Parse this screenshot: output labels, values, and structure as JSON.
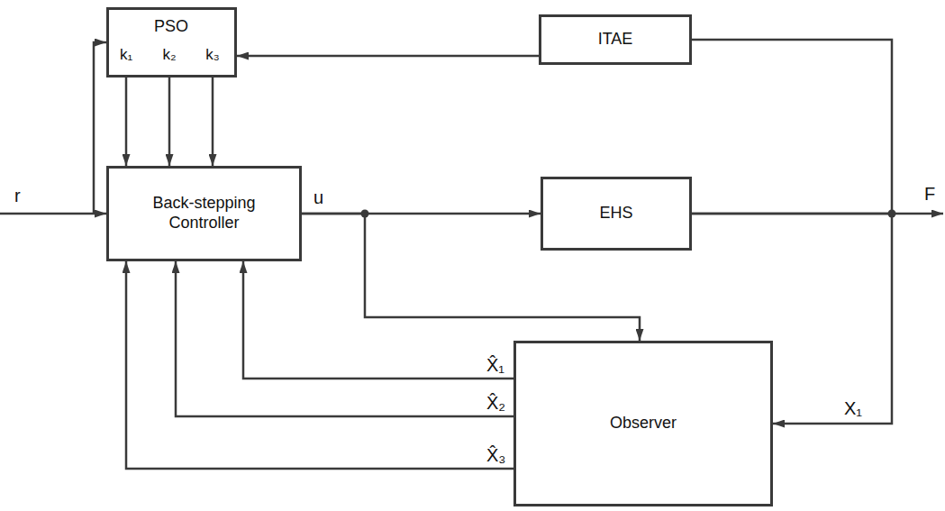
{
  "diagram": {
    "nodes": [
      {
        "text": [
          "PSO",
          "k₁",
          "k₂",
          "k₃"
        ]
      },
      {
        "text": [
          "ITAE"
        ]
      },
      {
        "text": [
          "Back-stepping Controller"
        ]
      },
      {
        "text": [
          "EHS"
        ]
      },
      {
        "text": [
          "Observer"
        ]
      }
    ],
    "edges": [
      {
        "from": 1,
        "to": 0,
        "arrow": "to"
      },
      {
        "from": 0,
        "to": 2,
        "arrow": "to"
      },
      {
        "from": 0,
        "to": 2,
        "arrow": "to"
      },
      {
        "from": 0,
        "to": 2,
        "arrow": "to"
      },
      {
        "from": 2,
        "to": 3,
        "arrow": "to",
        "label": "u"
      },
      {
        "from": 2,
        "to": 4,
        "arrow": "to"
      },
      {
        "from": 3,
        "to": 1,
        "arrow": "none"
      },
      {
        "from": 3,
        "to": 4,
        "arrow": "to",
        "label": "X₁"
      },
      {
        "from": 4,
        "to": 2,
        "arrow": "to",
        "label": "X̂₁"
      },
      {
        "from": 4,
        "to": 2,
        "arrow": "to",
        "label": "X̂₂"
      },
      {
        "from": 4,
        "to": 2,
        "arrow": "to",
        "label": "X̂₃"
      }
    ],
    "labels": [
      "r",
      "F"
    ]
  }
}
